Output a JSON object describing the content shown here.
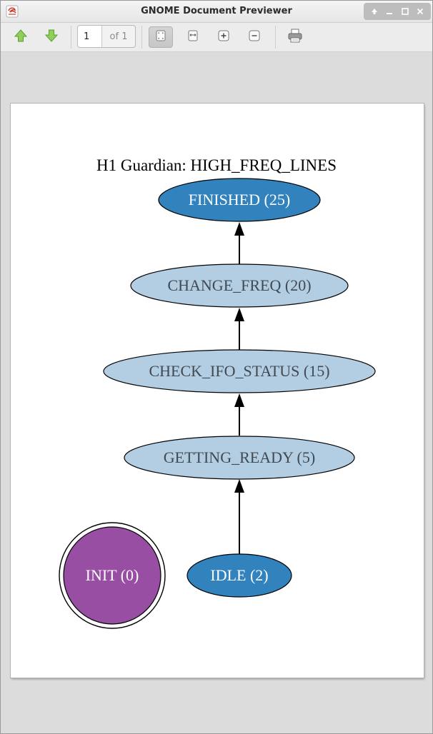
{
  "window": {
    "title": "GNOME Document Previewer"
  },
  "toolbar": {
    "page_number": "1",
    "page_of": "of 1"
  },
  "graph": {
    "title": "H1 Guardian: HIGH_FREQ_LINES",
    "nodes": {
      "finished": "FINISHED (25)",
      "change_freq": "CHANGE_FREQ (20)",
      "check_ifo_status": "CHECK_IFO_STATUS (15)",
      "getting_ready": "GETTING_READY (5)",
      "idle": "IDLE (2)",
      "init": "INIT (0)"
    },
    "colors": {
      "dark_blue": "#3182bd",
      "light_blue": "#b3cde3",
      "purple": "#984ea3",
      "edge": "#000000"
    }
  }
}
